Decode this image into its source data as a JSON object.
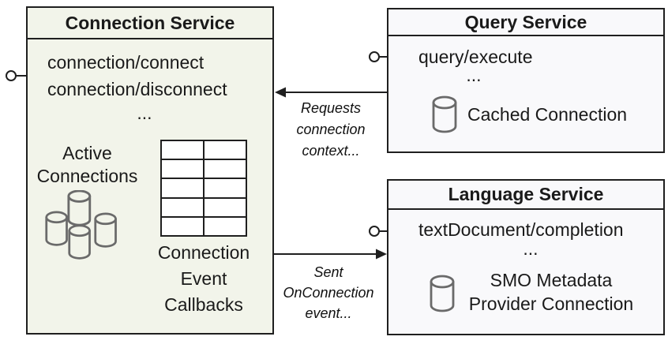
{
  "colors": {
    "connection_fill": "#f2f4ea",
    "service_fill": "#f9f9fb",
    "border": "#1f1f1f",
    "icon_stroke": "#6a6a6a"
  },
  "connection_service": {
    "title": "Connection Service",
    "methods": [
      "connection/connect",
      "connection/disconnect"
    ],
    "ellipsis": "...",
    "active_connections_label": "Active Connections",
    "callbacks_label": "Connection Event Callbacks",
    "cluster_icon": "database-cluster-icon",
    "callbacks_grid": {
      "rows": 5,
      "columns": 2
    }
  },
  "query_service": {
    "title": "Query Service",
    "method": "query/execute",
    "ellipsis": "...",
    "cached_connection_label": "Cached Connection",
    "icon": "database-icon"
  },
  "language_service": {
    "title": "Language Service",
    "method": "textDocument/completion",
    "ellipsis": "...",
    "smo_label": "SMO Metadata Provider Connection",
    "icon": "database-icon"
  },
  "arrows": {
    "requests_label": "Requests connection context...",
    "sent_label": "Sent OnConnection event..."
  }
}
